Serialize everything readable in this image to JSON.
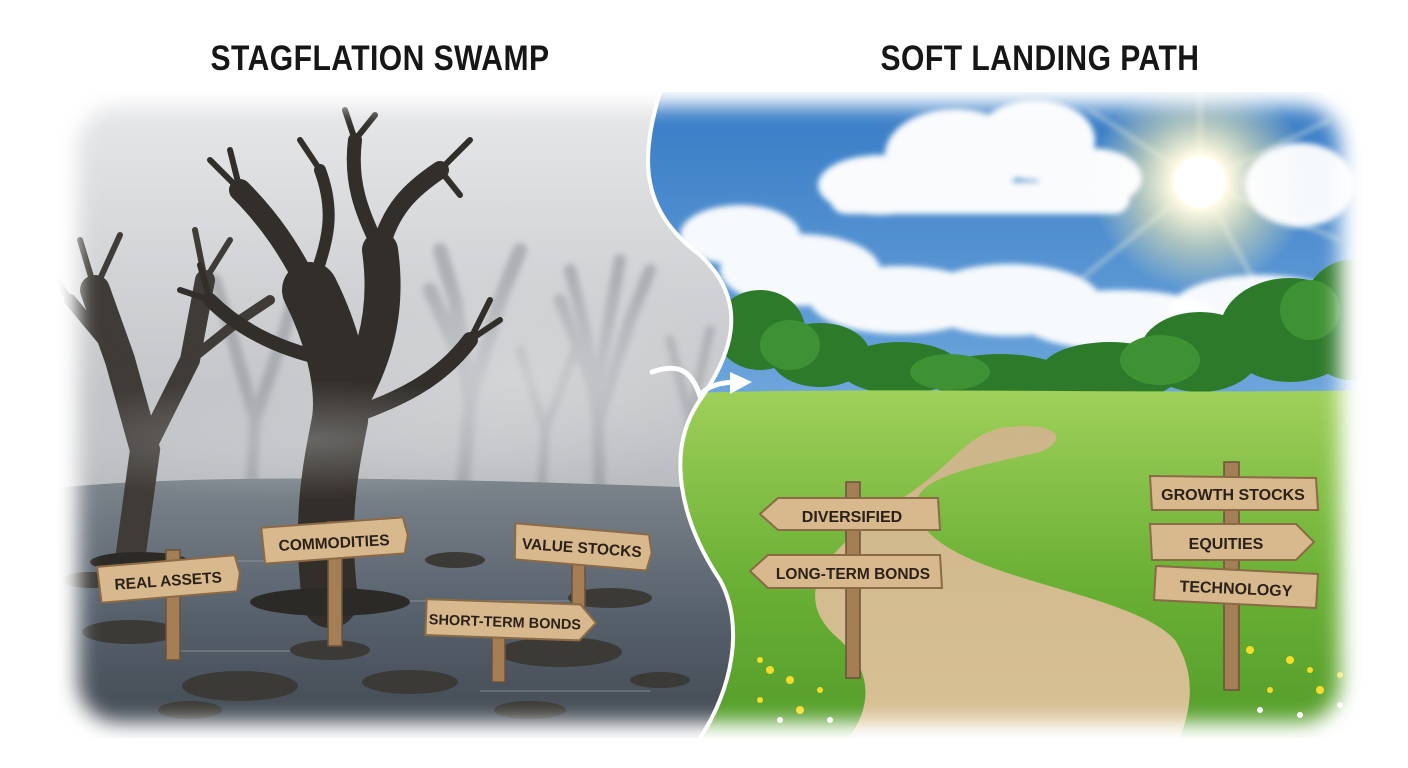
{
  "panels": {
    "left": {
      "title": "STAGFLATION SWAMP",
      "signs": {
        "real_assets": "REAL ASSETS",
        "commodities": "COMMODITIES",
        "value_stocks": "VALUE STOCKS",
        "short_term_bonds": "SHORT-TERM BONDS"
      }
    },
    "right": {
      "title": "SOFT LANDING PATH",
      "signs": {
        "diversified": "DIVERSIFIED",
        "long_term_bonds": "LONG-TERM BONDS",
        "growth_stocks": "GROWTH STOCKS",
        "equities": "EQUITIES",
        "technology": "TECHNOLOGY"
      }
    }
  },
  "colors": {
    "sign_wood": "#d8b98e",
    "sign_text": "#2b2118",
    "post_wood": "#a47e55",
    "swamp_fog": "#b9bcbf",
    "swamp_water": "#4d5560",
    "tree_bark": "#37332f",
    "sky_blue": "#3f86cc",
    "meadow_green": "#6fb23a",
    "path_sand": "#d5bd8e",
    "divider": "#ffffff"
  },
  "icons": {
    "transition_arrow": "curved-arrow-right-icon",
    "sun": "sun-icon"
  }
}
